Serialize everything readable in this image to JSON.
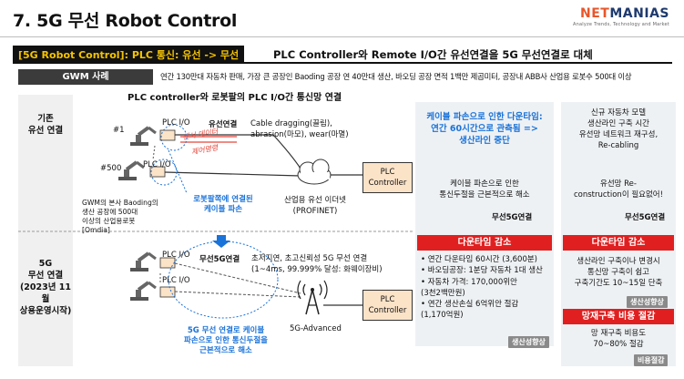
{
  "page_title": "7. 5G 무선 Robot Control",
  "logo": {
    "part1": "NET",
    "part2": "MANIAS",
    "subtitle": "Analyze Trends, Technology and Market"
  },
  "header": {
    "tag": "[5G Robot Control]: PLC 통신: 유선 -> 무선",
    "text": "PLC Controller와 Remote I/O간 유선연결을 5G 무선연결로 대체"
  },
  "gwm": {
    "label": "GWM 사례",
    "text": "연간 130만대 자동차 판매, 가장 큰 공장인 Baoding 공장 연 40만대 생산, 바오딩 공장 면적 1백만 제곱미터, 공장내 ABB사 산업용 로봇수 500대 이상"
  },
  "diagram_title": "PLC controller와 로봇팔의 PLC I/O간 통신망 연결",
  "rows": {
    "wired": [
      "기존",
      "유선 연결"
    ],
    "wireless": [
      "5G",
      "무선 연결",
      "(2023년 11월",
      "상용운영시작)"
    ]
  },
  "wired_diagram": {
    "robot1": "#1",
    "robot500": "#500",
    "plc_io_1": "PLC I/O",
    "plc_io_500": "PLC I/O",
    "wired_label": "유선연결",
    "problems": [
      "Cable dragging(끌림),",
      "abrasion(마모), wear(마멸)"
    ],
    "red_note_1": "센서 데이터",
    "red_note_2": "제어명령",
    "robot_count": [
      "GWM의 본사 Baoding의",
      "생산 공장에 500대",
      "이상의 산업용로봇",
      "[Omdia]"
    ],
    "cable_damage": [
      "로봇팔쪽에 연결된",
      "케이블 파손"
    ],
    "ethernet": [
      "산업용 유선 이더넷",
      "(PROFINET)"
    ],
    "plc_controller": [
      "PLC",
      "Controller"
    ]
  },
  "wireless_diagram": {
    "plc_io_a": "PLC I/O",
    "plc_io_b": "PLC I/O",
    "label": "무선5G연결",
    "specs": [
      "초저지연, 초고신뢰성 5G 무선 연결",
      "(1~4ms, 99.999% 달성: 화웨이장비)"
    ],
    "benefit": [
      "5G 무선 연결로 케이블",
      "파손으로 인한 통신두절을",
      "근본적으로 해소"
    ],
    "network": "5G-Advanced",
    "plc_controller": [
      "PLC",
      "Controller"
    ]
  },
  "mid_panel": {
    "headline": [
      "케이블 파손으로 인한 다운타임:",
      "연간 60시간으로 관측됨 =>",
      "생산라인 중단"
    ],
    "solution": [
      "케이블 파손으로 인한",
      "통신두절을 근본적으로 해소"
    ],
    "arrow_label": "무선5G연결",
    "red_bar": "다운타임 감소",
    "bullets": [
      "• 연간 다운타임 60시간 (3,600분)",
      "• 바오딩공장: 1분당 자동차 1대 생산",
      "• 자동차 가격: 170,000위안",
      "   (3천2백만원)",
      "• 연간 생산손실 6억위안 절감",
      "   (1,170억원)"
    ],
    "badge": "생산성향상"
  },
  "right_panel": {
    "headline": [
      "신규 자동차 모델",
      "생산라인 구축 시간",
      "유선망 네트워크 재구성,",
      "Re-cabling"
    ],
    "need": [
      "유선망 Re-",
      "construction이 필요없어!"
    ],
    "arrow_label": "무선5G연결",
    "red_bar": "다운타임 감소",
    "body": [
      "생산라인 구축이나 변경시",
      "통신망 구축이 쉽고",
      "구축기간도 10~15일 단축"
    ],
    "badge1": "생산성향상",
    "red_bar2": "망재구축 비용 절감",
    "body2": [
      "망 재구축 비용도",
      "70~80% 절감"
    ],
    "badge2": "비용절감"
  }
}
